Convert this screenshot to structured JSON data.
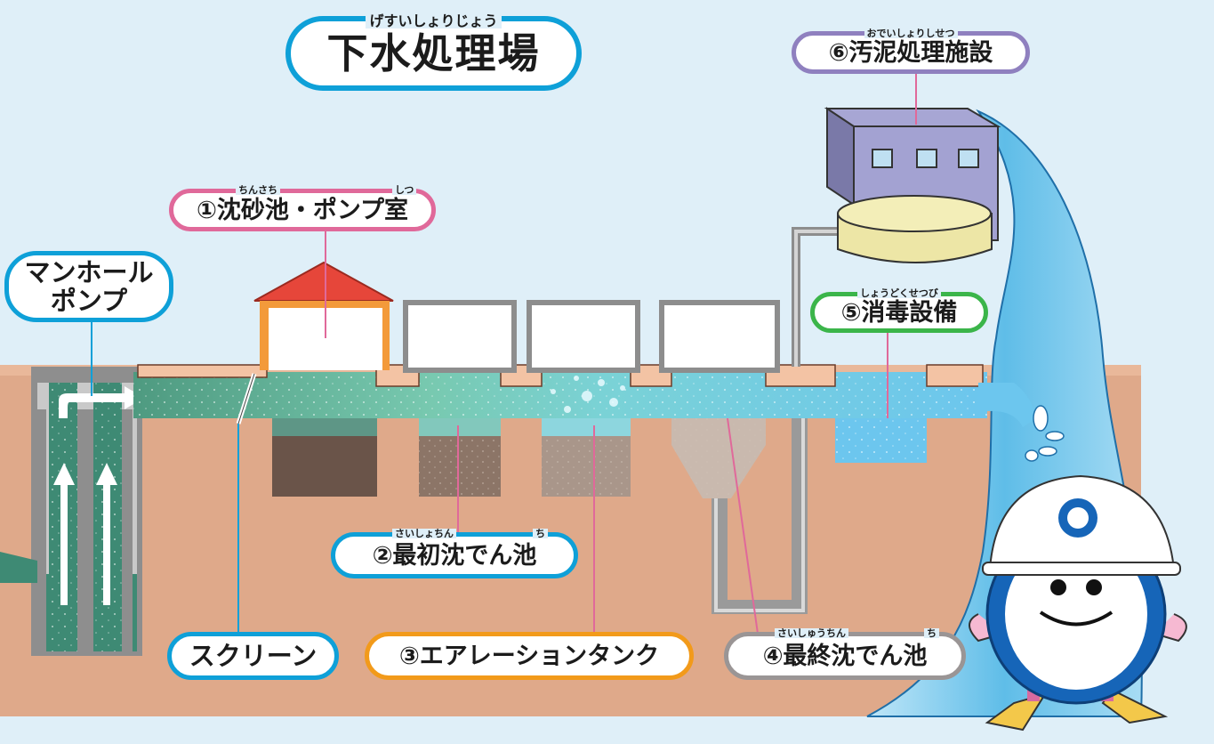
{
  "title": {
    "text": "下水処理場",
    "ruby": "げすいしょりじょう"
  },
  "labels": {
    "manhole_pump": {
      "line1": "マンホール",
      "line2": "ポンプ"
    },
    "grit_chamber": {
      "text": "①沈砂池・ポンプ室",
      "ruby_a": "ちんさち",
      "ruby_b": "しつ"
    },
    "primary_settling": {
      "text": "②最初沈でん池",
      "ruby_a": "さいしょちん",
      "ruby_b": "ち"
    },
    "aeration_tank": {
      "text": "③エアレーションタンク"
    },
    "final_settling": {
      "text": "④最終沈でん池",
      "ruby_a": "さいしゅうちん",
      "ruby_b": "ち"
    },
    "disinfection": {
      "text": "⑤消毒設備",
      "ruby": "しょうどくせつび"
    },
    "sludge_facility": {
      "text": "⑥汚泥処理施設",
      "ruby": "おでいしょりしせつ"
    },
    "screen": {
      "text": "スクリーン"
    }
  },
  "colors": {
    "sky": "#dfeff8",
    "ground": "#dfa98a",
    "ground_top": "#e9b89a",
    "pink_border": "#e0699a",
    "blue_border": "#0ea0d8",
    "orange_border": "#f29a1a",
    "gray_border": "#9a9595",
    "green_border": "#3bb54a",
    "purple_border": "#8f80bf",
    "water_green": "#3e8a74",
    "water_light": "#7fd0c8",
    "water_blue": "#6ec9ee",
    "river": "#7fd0f0"
  },
  "mascot": {
    "name": "mascot-water-drop-character"
  }
}
